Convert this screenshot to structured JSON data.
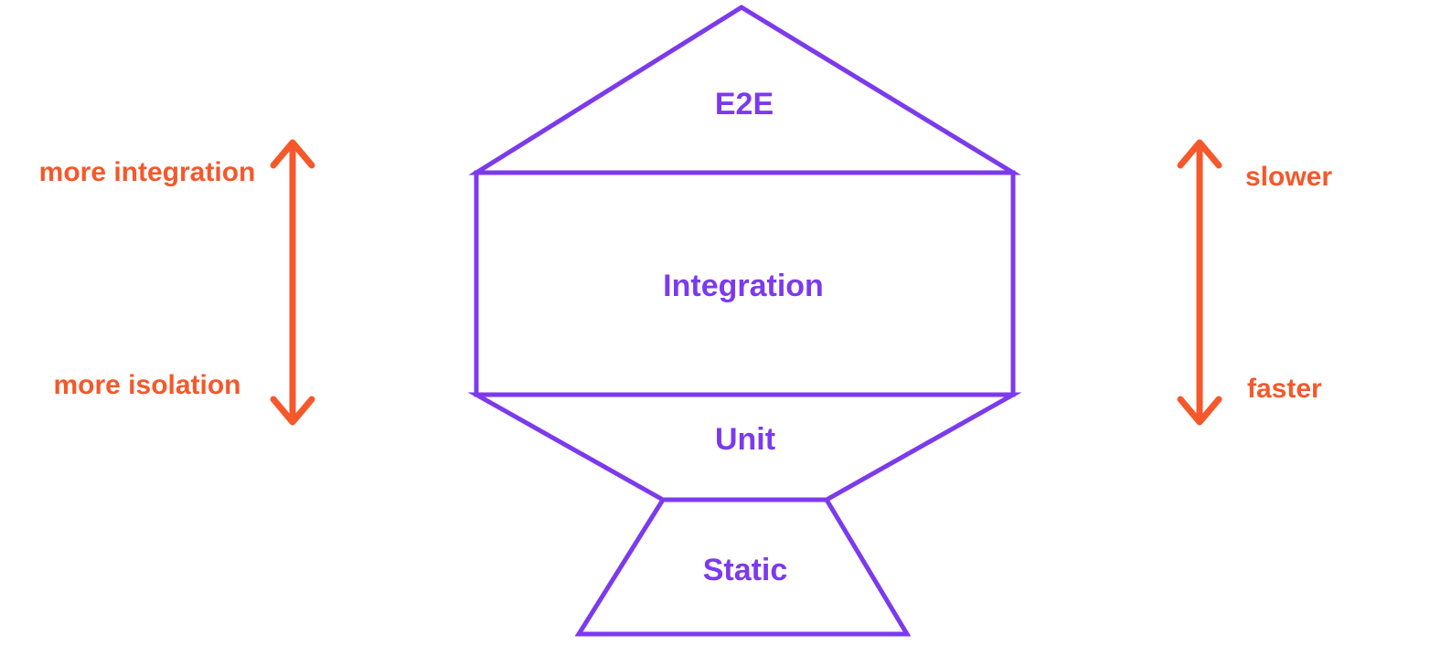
{
  "diagram": {
    "type": "testing-trophy",
    "levels": [
      {
        "id": "e2e",
        "label": "E2E"
      },
      {
        "id": "integration",
        "label": "Integration"
      },
      {
        "id": "unit",
        "label": "Unit"
      },
      {
        "id": "static",
        "label": "Static"
      }
    ],
    "left_scale": {
      "top": "more integration",
      "bottom": "more isolation"
    },
    "right_scale": {
      "top": "slower",
      "bottom": "faster"
    },
    "icons": [
      {
        "name": "left-vertical-double-arrow-icon"
      },
      {
        "name": "right-vertical-double-arrow-icon"
      }
    ]
  },
  "colors": {
    "purple": "#7C3AED",
    "orange": "#F4582B",
    "background": "#FFFFFF"
  }
}
